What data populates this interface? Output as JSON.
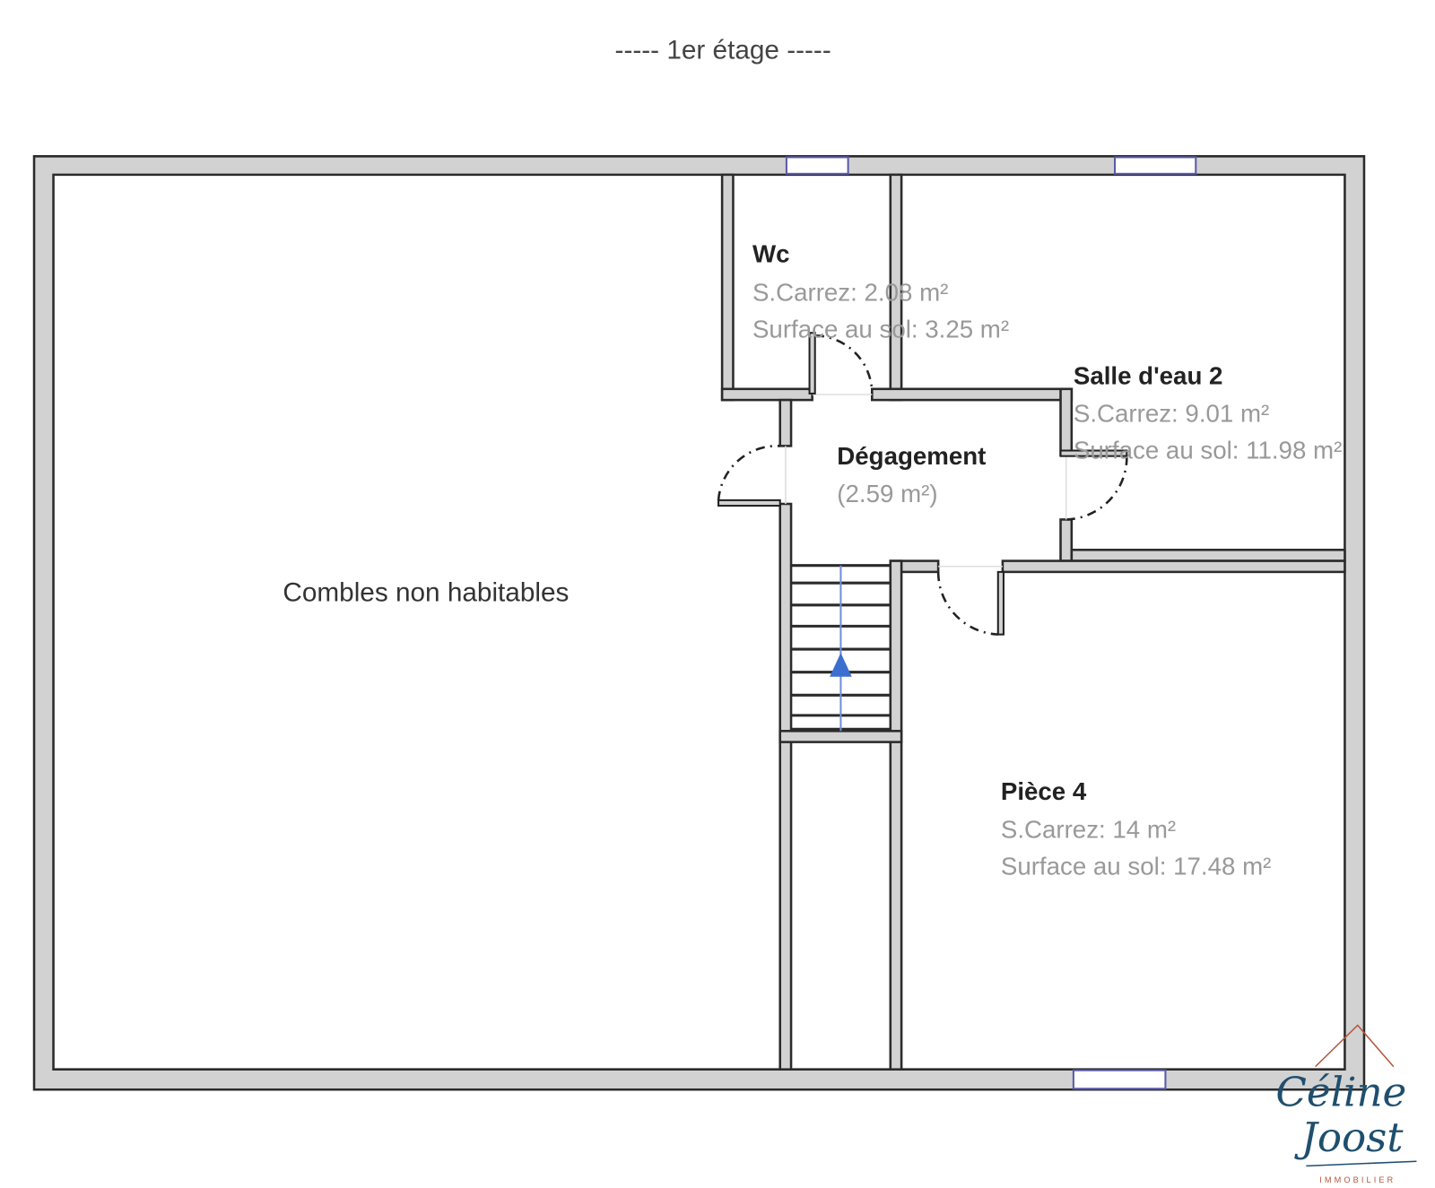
{
  "title": "----- 1er étage -----",
  "rooms": {
    "combles": {
      "name": "Combles non habitables"
    },
    "wc": {
      "name": "Wc",
      "carrez": "S.Carrez: 2.08 m²",
      "sol": "Surface au sol: 3.25 m²"
    },
    "salle": {
      "name": "Salle d'eau 2",
      "carrez": "S.Carrez: 9.01 m²",
      "sol": "Surface au sol: 11.98 m²"
    },
    "degagement": {
      "name": "Dégagement",
      "area": "(2.59 m²)"
    },
    "piece4": {
      "name": "Pièce 4",
      "carrez": "S.Carrez: 14 m²",
      "sol": "Surface au sol: 17.48 m²"
    }
  },
  "logo": {
    "line1": "Céline",
    "line2": "Joost",
    "line3": "IMMOBILIER"
  },
  "colors": {
    "wall": "#d2d2d2",
    "window": "#5a5aa8",
    "stair_arrow": "#3a6fd0",
    "logo_blue": "#1f4f6e",
    "logo_red": "#b5573c"
  }
}
